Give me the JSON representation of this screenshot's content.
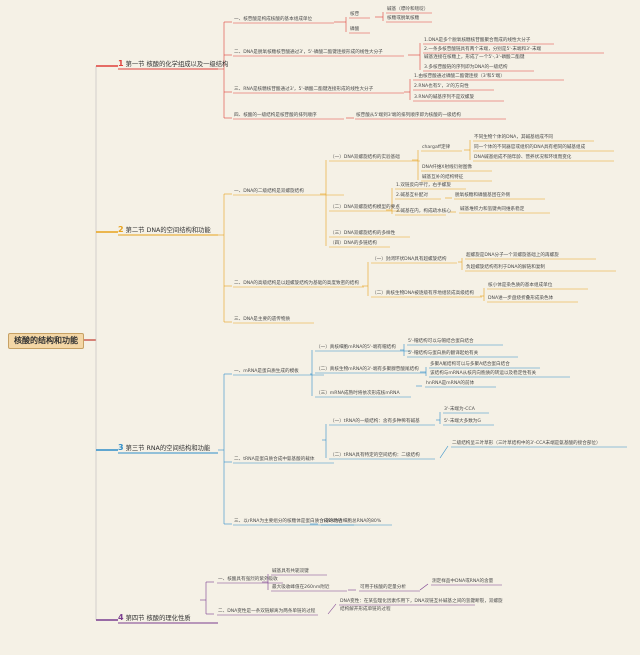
{
  "root": "核酸的结构和功能",
  "sections": [
    {
      "num": "1",
      "label": "第一节 核酸的化学组成以及一级结构",
      "color": "#e0403a"
    },
    {
      "num": "2",
      "label": "第二节 DNA的空间结构和功能",
      "color": "#e8a21c"
    },
    {
      "num": "3",
      "label": "第三节 RNA的空间结构和功能",
      "color": "#2f8ec9"
    },
    {
      "num": "4",
      "label": "第四节 核酸的理化性质",
      "color": "#7a3d8f"
    }
  ],
  "s1": {
    "a": "一、核苷酸是构成核酸的基本组成单位",
    "a1": "核苷",
    "a1a": "碱基（嘌呤和嘧啶）",
    "a1b": "核糖或脱氧核糖",
    "a2": "磷酸",
    "b": "二、DNA是脱氧核糖核苷酸通过3'，5'-磷酸二酯键连接形成的线性大分子",
    "b1": "1.DNA是多个脱氧核糖核苷酸聚合而成的线性大分子",
    "b2": "2.一条多核苷酸链具有两个末端，分别是5'-末端和3'-末端",
    "b2b": "碱基连接在核糖上，形成了一个5'-,3'-磷酸二酯键",
    "b3": "3.多核苷酸链的序列即为DNA的一级结构",
    "c": "三、RNA是核糖核苷酸通过3'，5'-磷酸二酯键连接形成的线性大分子",
    "c1": "1.由核苷酸通过磷酸二酯键连接（3'和5'端）",
    "c2": "2.RNA也有5'，3'的方向性",
    "c3": "3.RNA的碱基序列不是双螺旋",
    "d": "四、核酸的一级结构是核苷酸的排列顺序",
    "d1": "核苷酸从5'端到3'端的排列顺序即为核酸的一级结构"
  },
  "s2": {
    "a": "一、DNA的二级结构是双螺旋结构",
    "a1": "（一）DNA双螺旋结构的实验基础",
    "a1a": "chargaff定律",
    "a1a1": "不同生物个体的DNA，其碱基组成不同",
    "a1a2": "同一个体的不同器官或组织的DNA具有相同的碱基组成",
    "a1a3": "DNA碱基组成不随年龄、营养状况和环境而变化",
    "a1b": "DNA纤维X射线衍射图像",
    "a1c": "碱基互补的结构特征",
    "a2": "（二）DNA双螺旋结构模型的要点",
    "a2a": "1.双链反向平行，右手螺旋",
    "a2b": "2.碱基互补配对",
    "a2b1": "脱氧核糖和磷酸基团在外侧",
    "a2c": "3.碱基在内，构成疏水核心",
    "a2c1": "碱基堆积力和氢键共同维系稳定",
    "a3": "（三）DNA双螺旋结构的多样性",
    "a4": "（四）DNA的多链结构",
    "b": "二、DNA的高级结构是以超螺旋结构为基础的高度致密的结构",
    "b1": "（一）封闭环状DNA具有超螺旋结构",
    "b1a": "超螺旋是DNA分子一个双螺旋基础上的再螺旋",
    "b1b": "负超螺旋结构有利于DNA的解链和复制",
    "b2": "（二）真核生物DNA被逐级有序地组装成高级结构",
    "b2a": "核小体是染色质的基本组成单位",
    "b2b": "DNA进一步盘绕折叠形成染色体",
    "c": "三、DNA是主要的遗传物质"
  },
  "s3": {
    "a": "一、mRNA是蛋白质生成的模板",
    "a1": "（一）真核细胞mRNA的5'-端有帽结构",
    "a1a": "5'-帽结构可以与帽结合蛋白结合",
    "a1b": "5'-帽结构与蛋白质的翻译起始有关",
    "a2": "（二）真核生物mRNA的3'-端有多聚腺苷酸尾结构",
    "a2a": "多聚A尾结构可以与多聚A结合蛋白结合",
    "a2b": "该结构与mRNA从核内向胞质的转运以及稳定性有关",
    "a3": "（三）mRNA成熟时将依次形成核mRNA",
    "a3a": "hnRNA是mRNA的前体",
    "b": "二、tRNA是蛋白质合成中氨基酸的载体",
    "b1": "（一）tRNA的一级结构：含有多种稀有碱基",
    "b1a": "3'-末端为-CCA",
    "b1b": "5'-末端大多数为G",
    "b2": "（二）tRNA具有特定的空间结构：二级结构",
    "b2a": "二级结构呈三叶草形（三叶草结构中的3'-CCA末端是氨基酸的接合部位）",
    "c": "三、以rRNA为主要组分的核糖体是蛋白质合成的场所",
    "c1": "rRNA约占细胞总RNA的80%"
  },
  "s4": {
    "a": "一、核酸具有强烈的紫外吸收",
    "a1": "碱基具有共轭双键",
    "a2": "最大吸收峰值在260nm附近",
    "a2a": "可用于核酸的定量分析",
    "a2a1": "测定样品中DNA或RNA的含量",
    "b": "二、DNA变性是一条双链解离为两条单链的过程",
    "b1": "DNA变性：在某些理化因素作用下，DNA双链互补碱基之间的氢键断裂，双螺旋",
    "b1b": "结构解开形成单链的过程"
  }
}
